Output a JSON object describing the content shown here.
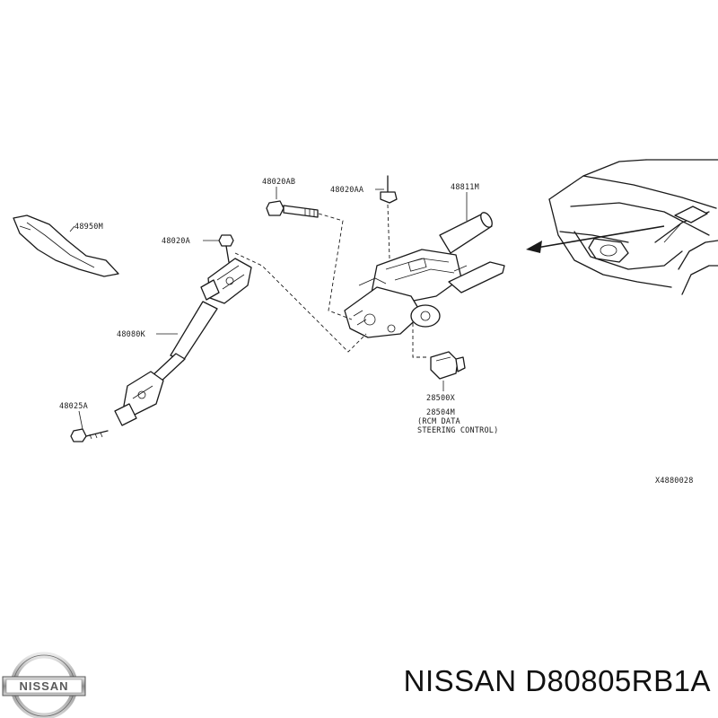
{
  "diagram": {
    "callouts": {
      "insulator": "48950M",
      "bolt_lower_shaft": "48020A",
      "bolt_ab": "48020AB",
      "bolt_aa": "48020AA",
      "column_assembly": "48811M",
      "lower_shaft": "48080K",
      "bolt_joint": "48025A",
      "module_a": "28500X",
      "module_b": "28504M",
      "module_note_1": "(RCM DATA",
      "module_note_2": "STEERING CONTROL)"
    },
    "figure_code": "X4880028"
  },
  "logo": {
    "text": "NISSAN"
  },
  "caption": "NISSAN D80805RB1A"
}
